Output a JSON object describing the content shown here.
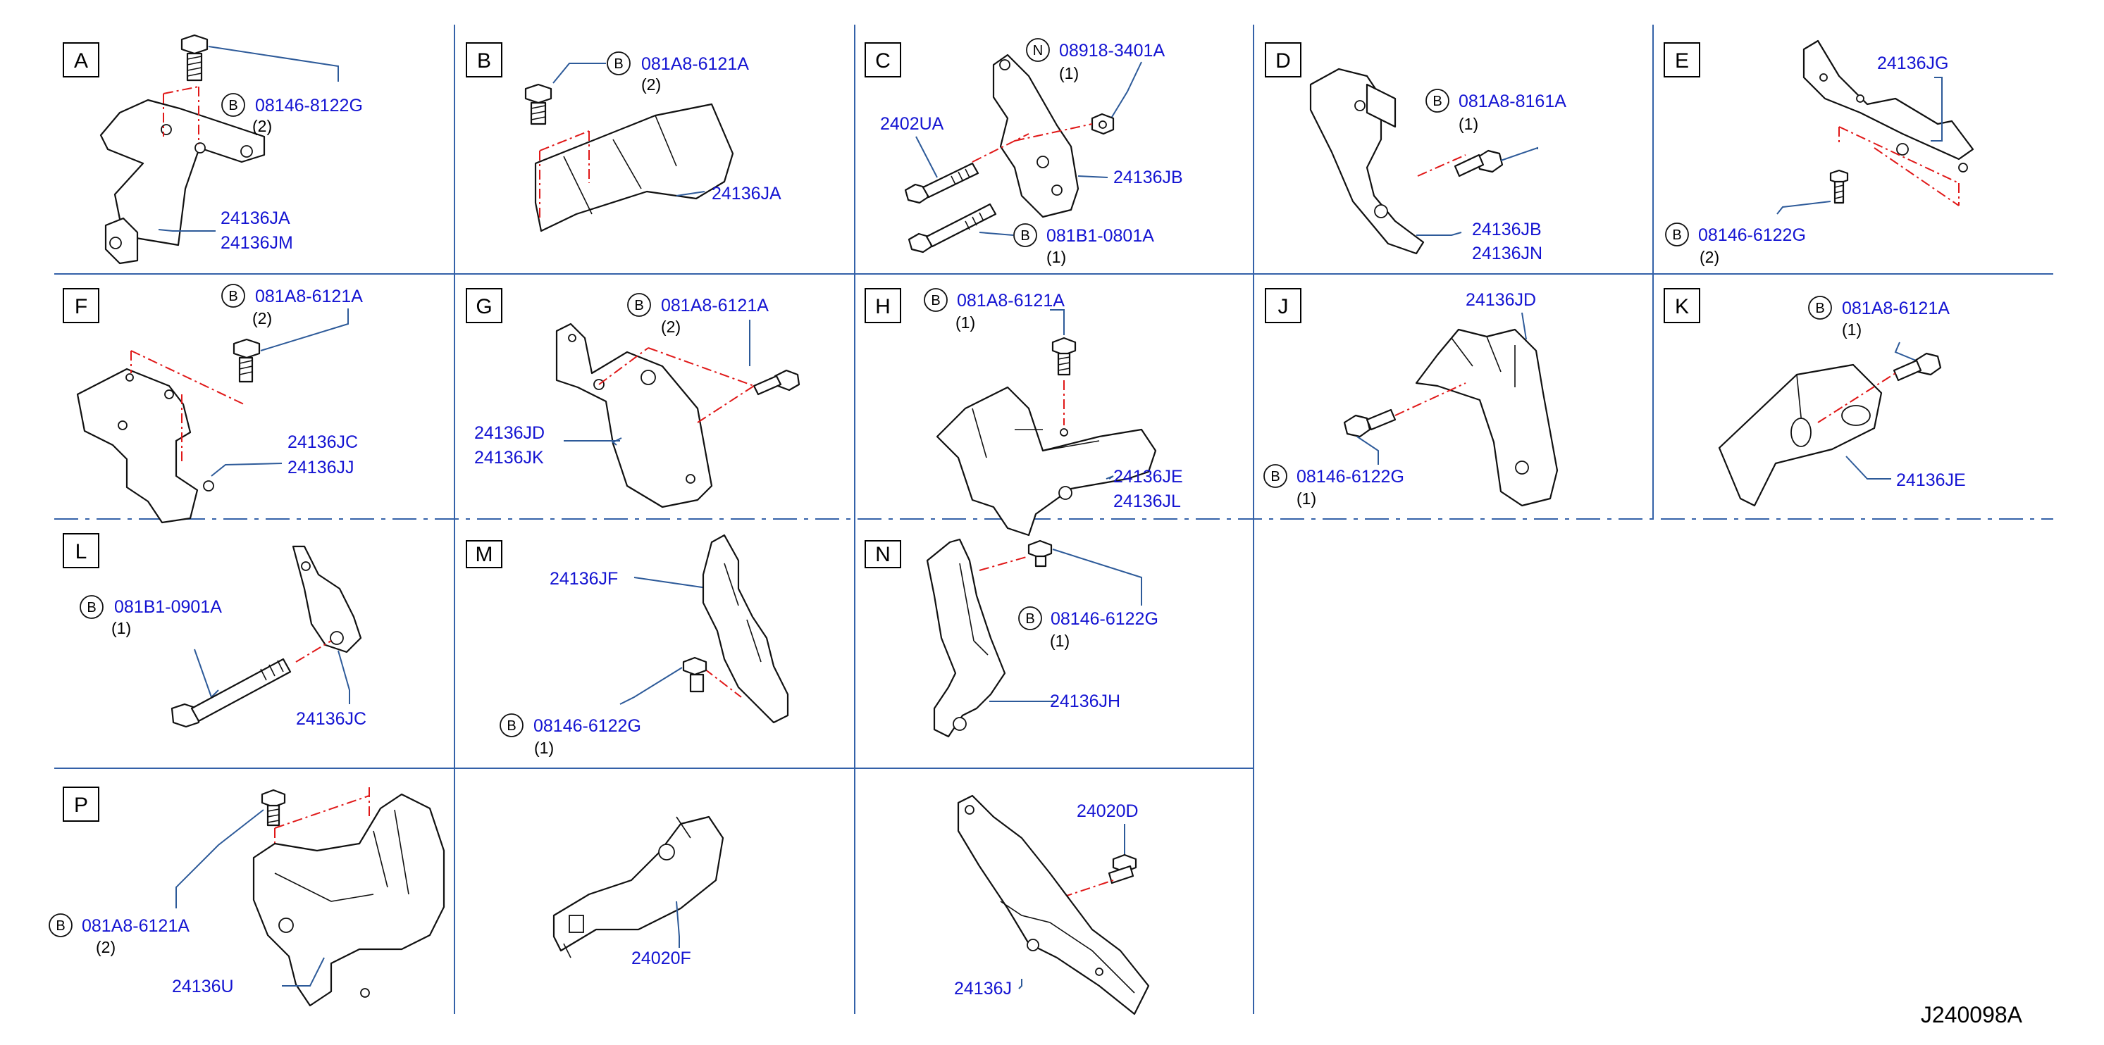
{
  "diagram_id": "J240098A",
  "panels": [
    {
      "letter": "A",
      "callouts": [
        {
          "badge": "B",
          "part": "08146-8122G",
          "qty": "(2)"
        }
      ],
      "parts": [
        "24136JA",
        "24136JM"
      ]
    },
    {
      "letter": "B",
      "callouts": [
        {
          "badge": "B",
          "part": "081A8-6121A",
          "qty": "(2)"
        }
      ],
      "parts": [
        "24136JA"
      ]
    },
    {
      "letter": "C",
      "callouts": [
        {
          "badge": "N",
          "part": "08918-3401A",
          "qty": "(1)"
        },
        {
          "badge": "B",
          "part": "081B1-0801A",
          "qty": "(1)"
        }
      ],
      "parts": [
        "2402UA",
        "24136JB"
      ]
    },
    {
      "letter": "D",
      "callouts": [
        {
          "badge": "B",
          "part": "081A8-8161A",
          "qty": "(1)"
        }
      ],
      "parts": [
        "24136JB",
        "24136JN"
      ]
    },
    {
      "letter": "E",
      "callouts": [
        {
          "badge": "B",
          "part": "08146-6122G",
          "qty": "(2)"
        }
      ],
      "parts": [
        "24136JG"
      ]
    },
    {
      "letter": "F",
      "callouts": [
        {
          "badge": "B",
          "part": "081A8-6121A",
          "qty": "(2)"
        }
      ],
      "parts": [
        "24136JC",
        "24136JJ"
      ]
    },
    {
      "letter": "G",
      "callouts": [
        {
          "badge": "B",
          "part": "081A8-6121A",
          "qty": "(2)"
        }
      ],
      "parts": [
        "24136JD",
        "24136JK"
      ]
    },
    {
      "letter": "H",
      "callouts": [
        {
          "badge": "B",
          "part": "081A8-6121A",
          "qty": "(1)"
        }
      ],
      "parts": [
        "24136JE",
        "24136JL"
      ]
    },
    {
      "letter": "J",
      "callouts": [
        {
          "badge": "B",
          "part": "08146-6122G",
          "qty": "(1)"
        }
      ],
      "parts": [
        "24136JD"
      ]
    },
    {
      "letter": "K",
      "callouts": [
        {
          "badge": "B",
          "part": "081A8-6121A",
          "qty": "(1)"
        }
      ],
      "parts": [
        "24136JE"
      ]
    },
    {
      "letter": "L",
      "callouts": [
        {
          "badge": "B",
          "part": "081B1-0901A",
          "qty": "(1)"
        }
      ],
      "parts": [
        "24136JC"
      ]
    },
    {
      "letter": "M",
      "callouts": [
        {
          "badge": "B",
          "part": "08146-6122G",
          "qty": "(1)"
        }
      ],
      "parts": [
        "24136JF"
      ]
    },
    {
      "letter": "N",
      "callouts": [
        {
          "badge": "B",
          "part": "08146-6122G",
          "qty": "(1)"
        }
      ],
      "parts": [
        "24136JH"
      ]
    },
    {
      "letter": "P",
      "callouts": [
        {
          "badge": "B",
          "part": "081A8-6121A",
          "qty": "(2)"
        }
      ],
      "parts": [
        "24136U"
      ]
    },
    {
      "letter": "",
      "callouts": [],
      "parts": [
        "24020F"
      ]
    },
    {
      "letter": "",
      "callouts": [],
      "parts": [
        "24020D",
        "24136J"
      ]
    }
  ]
}
